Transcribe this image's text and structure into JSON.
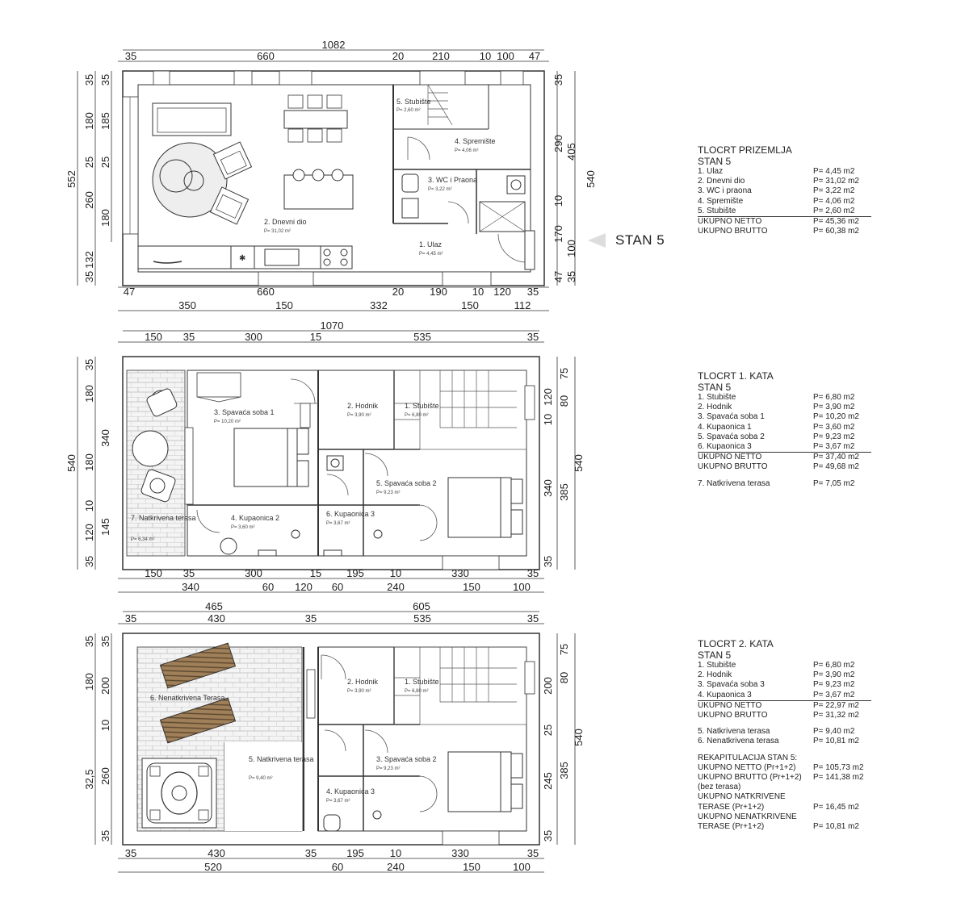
{
  "marker_label": "STAN 5",
  "plans": [
    {
      "id": "prizemlje",
      "top_dims": {
        "total": "1082",
        "segs": [
          "35",
          "660",
          "20",
          "210",
          "10",
          "100",
          "47"
        ]
      },
      "bottom_dims": {
        "row1": [
          "47",
          "660",
          "20",
          "190",
          "10",
          "120",
          "35"
        ],
        "row2": [
          "350",
          "150",
          "332",
          "150",
          "112"
        ]
      },
      "left_dims": {
        "total": "552",
        "outer": [
          "35",
          "180",
          "25",
          "260",
          "132",
          "35"
        ],
        "inner": [
          "35",
          "185",
          "25",
          "180"
        ]
      },
      "right_dims": {
        "total": "540",
        "outer": [
          "35",
          "290",
          "10",
          "170",
          "100",
          "47"
        ],
        "inner": [
          "405",
          "35"
        ]
      },
      "rooms": [
        {
          "label": "2. Dnevni dio",
          "area": "P= 31,02 m²"
        },
        {
          "label": "1. Ulaz",
          "area": "P= 4,45 m²"
        },
        {
          "label": "5. Stubište",
          "area": "P= 2,60 m²"
        },
        {
          "label": "4. Spremište",
          "area": "P= 4,06 m²"
        },
        {
          "label": "3. WC i Praona",
          "area": "P= 3,22 m²"
        }
      ]
    },
    {
      "id": "kat1",
      "top_dims": {
        "total": "1070",
        "segs": [
          "150",
          "35",
          "300",
          "15",
          "535",
          "35"
        ]
      },
      "bottom_dims": {
        "row1": [
          "150",
          "35",
          "300",
          "15",
          "195",
          "10",
          "330",
          "35"
        ],
        "row2": [
          "340",
          "60",
          "120",
          "60",
          "240",
          "150",
          "100"
        ]
      },
      "left_dims": {
        "total": "540",
        "outer": [
          "35",
          "180",
          "180",
          "10",
          "120",
          "35"
        ],
        "inner": [
          "340",
          "145"
        ]
      },
      "right_dims": {
        "total": "540",
        "outer": [
          "75",
          "120",
          "80",
          "10",
          "340",
          "35"
        ],
        "inner": [
          "385"
        ]
      },
      "rooms": [
        {
          "label": "3. Spavaća soba 1",
          "area": "P= 10,20 m²"
        },
        {
          "label": "2. Hodnik",
          "area": "P= 3,90 m²"
        },
        {
          "label": "1. Stubište",
          "area": "P= 6,80 m²"
        },
        {
          "label": "5. Spavaća soba 2",
          "area": "P= 9,23 m²"
        },
        {
          "label": "7. Natkrivena terasa",
          "area": "P= 6,34 m²"
        },
        {
          "label": "4. Kupaonica 2",
          "area": "P= 3,60 m²"
        },
        {
          "label": "6. Kupaonica 3",
          "area": "P= 3,67 m²"
        }
      ]
    },
    {
      "id": "kat2",
      "top_dims": {
        "row1": [
          "465",
          "605"
        ],
        "row2": [
          "35",
          "430",
          "35",
          "535",
          "35"
        ]
      },
      "bottom_dims": {
        "row1": [
          "35",
          "430",
          "35",
          "195",
          "10",
          "330",
          "35"
        ],
        "row2": [
          "520",
          "60",
          "240",
          "150",
          "100"
        ]
      },
      "left_dims": {
        "outer": [
          "35",
          "200",
          "10",
          "260",
          "35"
        ],
        "inner": [
          "35",
          "180",
          "32,5"
        ]
      },
      "right_dims": {
        "total": "540",
        "outer": [
          "75",
          "200",
          "80",
          "25",
          "245",
          "35"
        ],
        "inner": [
          "385"
        ]
      },
      "rooms": [
        {
          "label": "6. Nenatkrivena Terasa",
          "area": ""
        },
        {
          "label": "2. Hodnik",
          "area": "P= 3,90 m²"
        },
        {
          "label": "1. Stubište",
          "area": "P= 6,80 m²"
        },
        {
          "label": "5. Natkrivena terasa",
          "area": "P= 9,40 m²"
        },
        {
          "label": "3. Spavaća soba 2",
          "area": "P= 9,23 m²"
        },
        {
          "label": "4. Kupaonica 3",
          "area": "P= 3,67 m²"
        }
      ]
    }
  ],
  "legends": [
    {
      "title": "TLOCRT PRIZEMLJA",
      "subtitle": "STAN 5",
      "rows": [
        {
          "n": "1. Ulaz",
          "v": "P= 4,45 m2"
        },
        {
          "n": "2. Dnevni dio",
          "v": "P= 31,02 m2"
        },
        {
          "n": "3. WC i praona",
          "v": "P= 3,22 m2"
        },
        {
          "n": "4. Spremište",
          "v": "P= 4,06 m2"
        },
        {
          "n": "5. Stubište",
          "v": "P= 2,60 m2"
        },
        {
          "n": "UKUPNO NETTO",
          "v": "P= 45,36 m2"
        },
        {
          "n": "UKUPNO BRUTTO",
          "v": "P= 60,38 m2"
        }
      ]
    },
    {
      "title": "TLOCRT 1. KATA",
      "subtitle": "STAN 5",
      "rows": [
        {
          "n": "1. Stubište",
          "v": "P= 6,80 m2"
        },
        {
          "n": "2. Hodnik",
          "v": "P= 3,90 m2"
        },
        {
          "n": "3. Spavaća soba 1",
          "v": "P= 10,20 m2"
        },
        {
          "n": "4. Kupaonica 1",
          "v": "P= 3,60 m2"
        },
        {
          "n": "5. Spavaća soba 2",
          "v": "P= 9,23 m2"
        },
        {
          "n": "6. Kupaonica 3",
          "v": "P= 3,67 m2"
        },
        {
          "n": "UKUPNO NETTO",
          "v": "P= 37,40 m2"
        },
        {
          "n": "UKUPNO BRUTTO",
          "v": "P= 49,68 m2"
        }
      ],
      "extra": [
        {
          "n": "7. Natkrivena terasa",
          "v": "P= 7,05 m2"
        }
      ]
    },
    {
      "title": "TLOCRT 2. KATA",
      "subtitle": "STAN 5",
      "rows": [
        {
          "n": "1. Stubište",
          "v": "P= 6,80 m2"
        },
        {
          "n": "2. Hodnik",
          "v": "P= 3,90 m2"
        },
        {
          "n": "3. Spavaća soba 3",
          "v": "P= 9,23 m2"
        },
        {
          "n": "4. Kupaonica 3",
          "v": "P= 3,67 m2"
        },
        {
          "n": "UKUPNO NETTO",
          "v": "P= 22,97 m2"
        },
        {
          "n": "UKUPNO BRUTTO",
          "v": "P= 31,32 m2"
        }
      ],
      "extra": [
        {
          "n": "5. Natkrivena terasa",
          "v": "P= 9,40 m2"
        },
        {
          "n": "6. Nenatkrivena terasa",
          "v": "P= 10,81 m2"
        }
      ],
      "recap_title": "REKAPITULACIJA STAN 5:",
      "recap": [
        {
          "n": "UKUPNO NETTO (Pr+1+2)",
          "v": "P= 105,73 m2"
        },
        {
          "n": "UKUPNO BRUTTO (Pr+1+2)",
          "v": "P= 141,38 m2"
        },
        {
          "n": "(bez terasa)",
          "v": ""
        },
        {
          "n": "UKUPNO NATKRIVENE",
          "v": ""
        },
        {
          "n": "TERASE (Pr+1+2)",
          "v": "P= 16,45 m2"
        },
        {
          "n": "UKUPNO NENATKRIVENE",
          "v": ""
        },
        {
          "n": "TERASE (Pr+1+2)",
          "v": "P= 10,81 m2"
        }
      ]
    }
  ]
}
